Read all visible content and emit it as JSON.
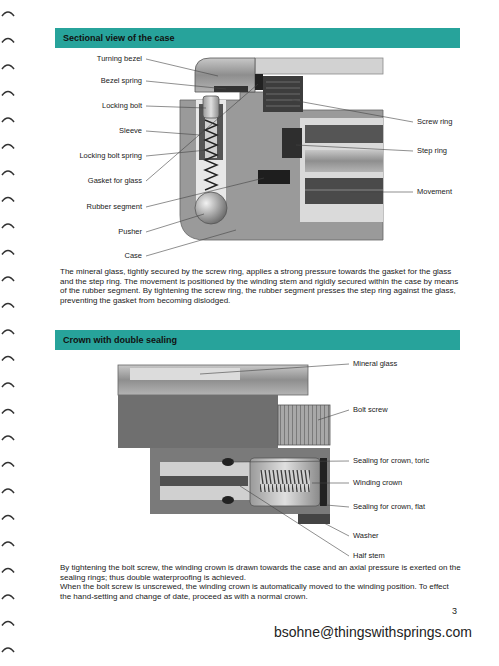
{
  "diagram": {
    "nodes": [
      {
        "text": [
          "Sectional view of the case"
        ]
      },
      {
        "text": [
          "Crown with double sealing"
        ]
      }
    ],
    "labels": [
      "Turning bezel",
      "Bezel spring",
      "Locking bolt",
      "Sleeve",
      "Locking bolt spring",
      "Gasket for glass",
      "Rubber segment",
      "Pusher",
      "Case",
      "Screw ring",
      "Step ring",
      "Movement",
      "The mineral glass, tightly secured by the screw ring, applies a strong pressure towards the gasket for the glass and the step ring. The movement is positioned by the winding stem and rigidly secured within the case by means of the rubber segment. By tightening the screw ring, the rubber segment presses the step ring against the glass, preventing the gasket from becoming dislodged.",
      "Mineral glass",
      "Bolt screw",
      "Sealing for crown, toric",
      "Winding crown",
      "Sealing for crown, flat",
      "Washer",
      "Half stem",
      "By tightening the bolt screw, the winding crown is drawn towards the case and an axial pressure is exerted on the sealing rings; thus double waterproofing is achieved.",
      "When the bolt screw is unscrewed, the winding crown is automatically moved to the winding position. To effect the hand-setting and change of date, proceed as with a normal crown.",
      "3",
      "bsohne@thingswithsprings.com"
    ]
  }
}
